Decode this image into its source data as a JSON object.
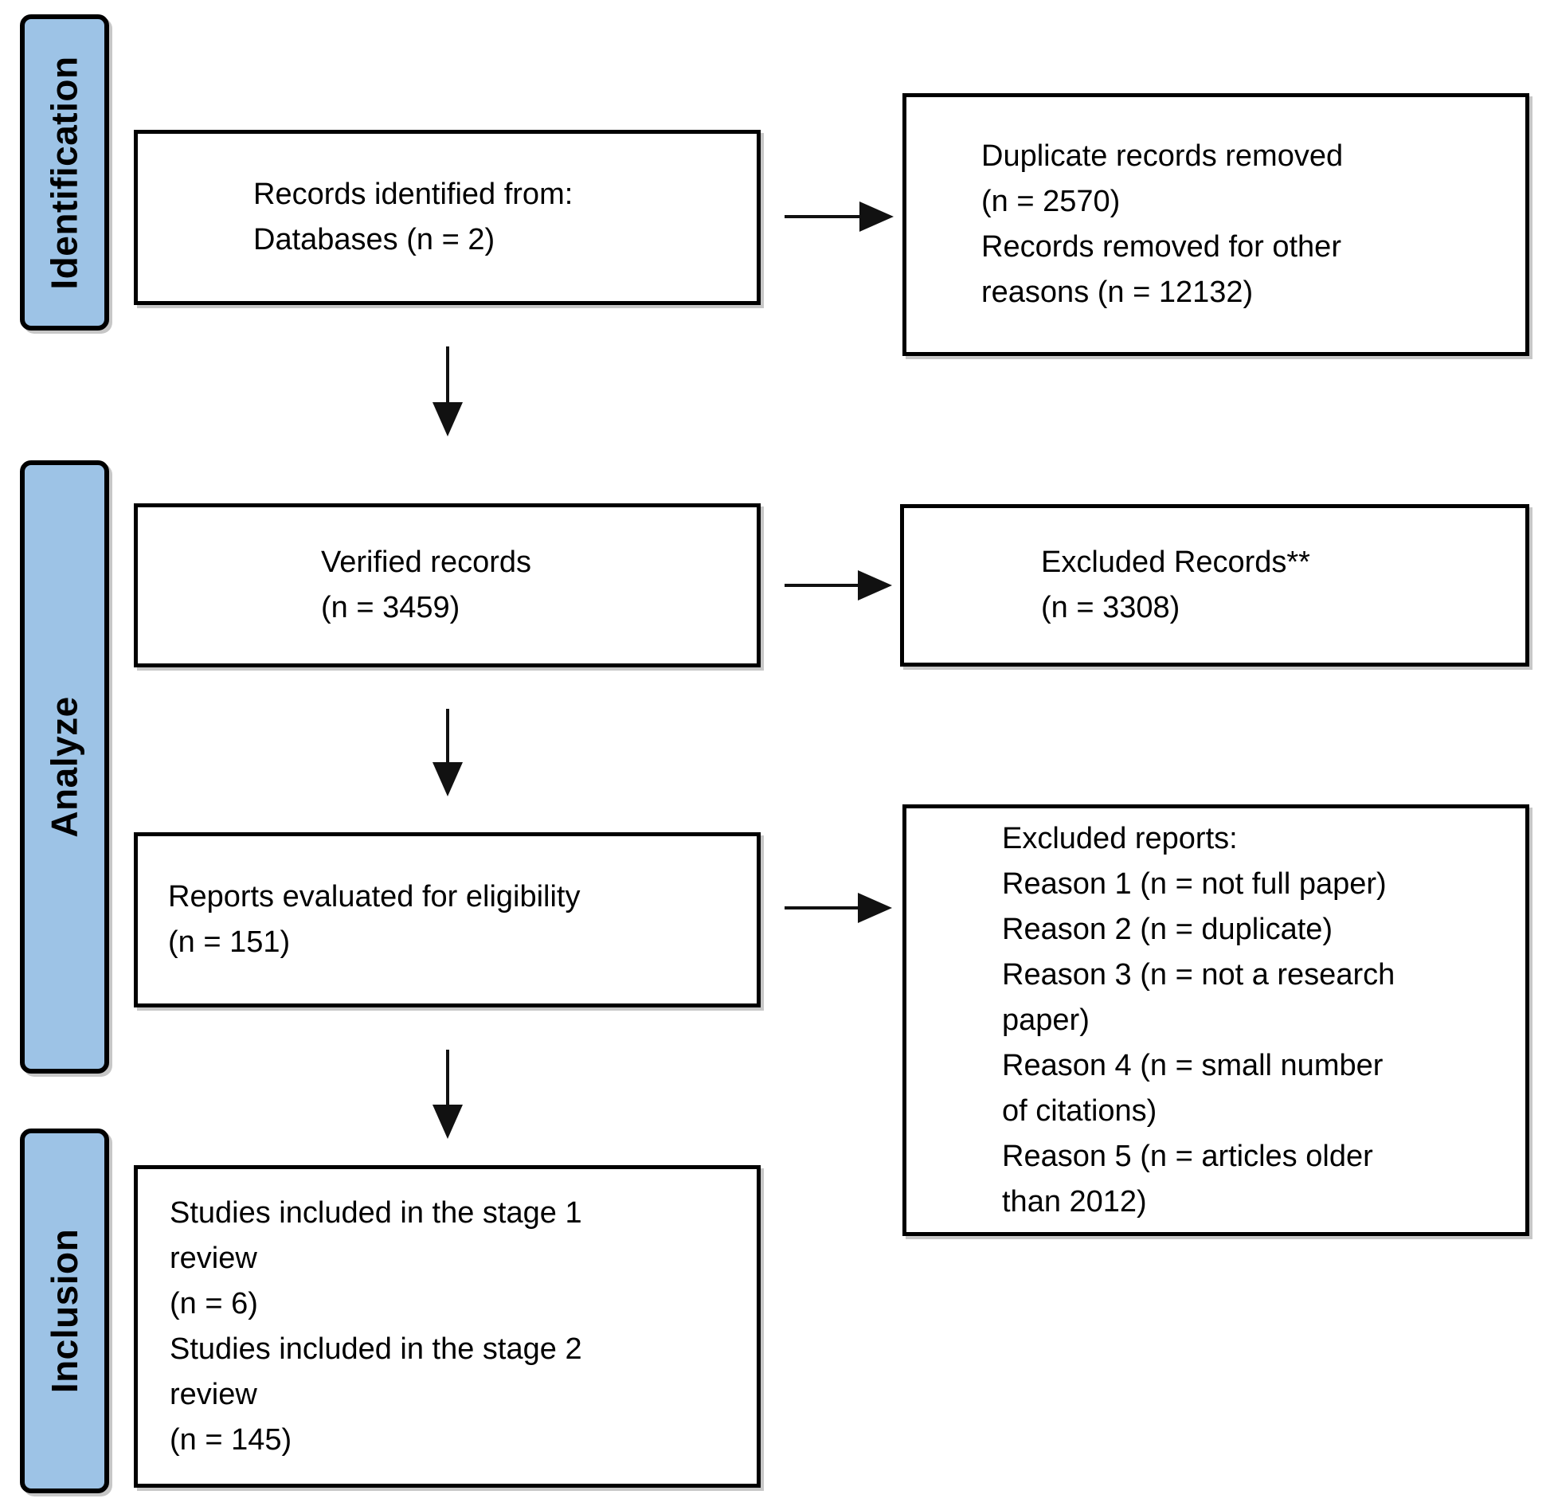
{
  "figure": {
    "type": "prisma-flow-diagram",
    "background": "#ffffff",
    "colors": {
      "stage_fill": "#9DC3E6",
      "stage_border": "#000000",
      "box_fill": "#ffffff",
      "box_border": "#000000",
      "arrow": "#111111",
      "text": "#000000"
    },
    "stage_labels": [
      {
        "id": "identification",
        "label": "Identification"
      },
      {
        "id": "analyze",
        "label": "Analyze"
      },
      {
        "id": "inclusion",
        "label": "Inclusion"
      }
    ],
    "boxes": {
      "records_identified": {
        "lines": [
          "Records identified from:",
          "Databases (n = 2)"
        ]
      },
      "duplicates_removed": {
        "lines": [
          "Duplicate records removed",
          "(n = 2570)",
          "Records removed for other",
          "reasons (n = 12132)"
        ]
      },
      "verified_records": {
        "lines": [
          "Verified records",
          "(n = 3459)"
        ]
      },
      "excluded_records": {
        "lines": [
          "Excluded Records**",
          "(n = 3308)"
        ]
      },
      "reports_evaluated": {
        "lines": [
          "Reports evaluated for eligibility",
          "(n = 151)"
        ]
      },
      "excluded_reports": {
        "lines": [
          "Excluded reports:",
          "Reason 1 (n = not full paper)",
          "Reason 2 (n = duplicate)",
          "Reason 3 (n = not a research",
          "paper)",
          "Reason 4 (n = small number",
          "of citations)",
          "Reason 5 (n = articles older",
          "than 2012)"
        ]
      },
      "studies_included": {
        "lines": [
          "Studies included in the stage 1",
          "review",
          "(n = 6)",
          "Studies included in the stage 2",
          "review",
          "(n = 145)"
        ]
      }
    },
    "arrows": [
      {
        "id": "records-to-duplicates",
        "direction": "right",
        "from": "records_identified",
        "to": "duplicates_removed"
      },
      {
        "id": "records-to-verified",
        "direction": "down",
        "from": "records_identified",
        "to": "verified_records"
      },
      {
        "id": "verified-to-excluded",
        "direction": "right",
        "from": "verified_records",
        "to": "excluded_records"
      },
      {
        "id": "verified-to-reports",
        "direction": "down",
        "from": "verified_records",
        "to": "reports_evaluated"
      },
      {
        "id": "reports-to-excluded-reports",
        "direction": "right",
        "from": "reports_evaluated",
        "to": "excluded_reports"
      },
      {
        "id": "reports-to-studies",
        "direction": "down",
        "from": "reports_evaluated",
        "to": "studies_included"
      }
    ]
  }
}
